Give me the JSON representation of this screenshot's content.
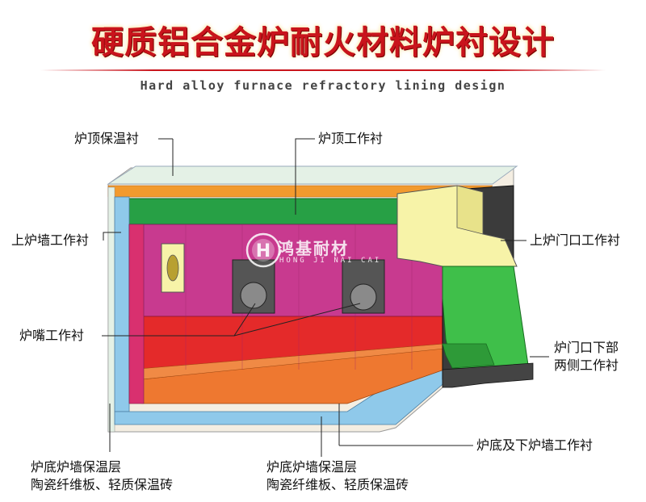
{
  "title": "硬质铝合金炉耐火材料炉衬设计",
  "subtitle": "Hard alloy furnace refractory lining design",
  "watermark": {
    "logo_letter": "H",
    "name": "鸿基耐材",
    "pinyin": "HONG JI NAI CAI"
  },
  "labels": {
    "roof_insulation": "炉顶保温衬",
    "roof_working": "炉顶工作衬",
    "upper_wall_working": "上炉墙工作衬",
    "upper_door_working": "上炉门口工作衬",
    "burner_working": "炉嘴工作衬",
    "lower_door_line1": "炉门口下部",
    "lower_door_line2": "两侧工作衬",
    "floor_lower_wall": "炉底及下炉墙工作衬",
    "insulation_left_line1": "炉底炉墙保温层",
    "insulation_left_line2": "陶瓷纤维板、轻质保温砖",
    "insulation_mid_line1": "炉底炉墙保温层",
    "insulation_mid_line2": "陶瓷纤维板、轻质保温砖"
  },
  "colors": {
    "title_red": "#c9141c",
    "insulation_pale": "#e4f1e6",
    "insulation_blue": "#8fc9ea",
    "roof_orange": "#f29a2e",
    "roof_green": "#27a045",
    "wall_magenta": "#c83a8f",
    "hearth_red": "#e42a2a",
    "floor_orange": "#ee7830",
    "door_yellow": "#f7f3a8",
    "door_green": "#3fbf4a",
    "frame_dark": "#3b3b3b",
    "outer_shell": "#f4eee2"
  }
}
